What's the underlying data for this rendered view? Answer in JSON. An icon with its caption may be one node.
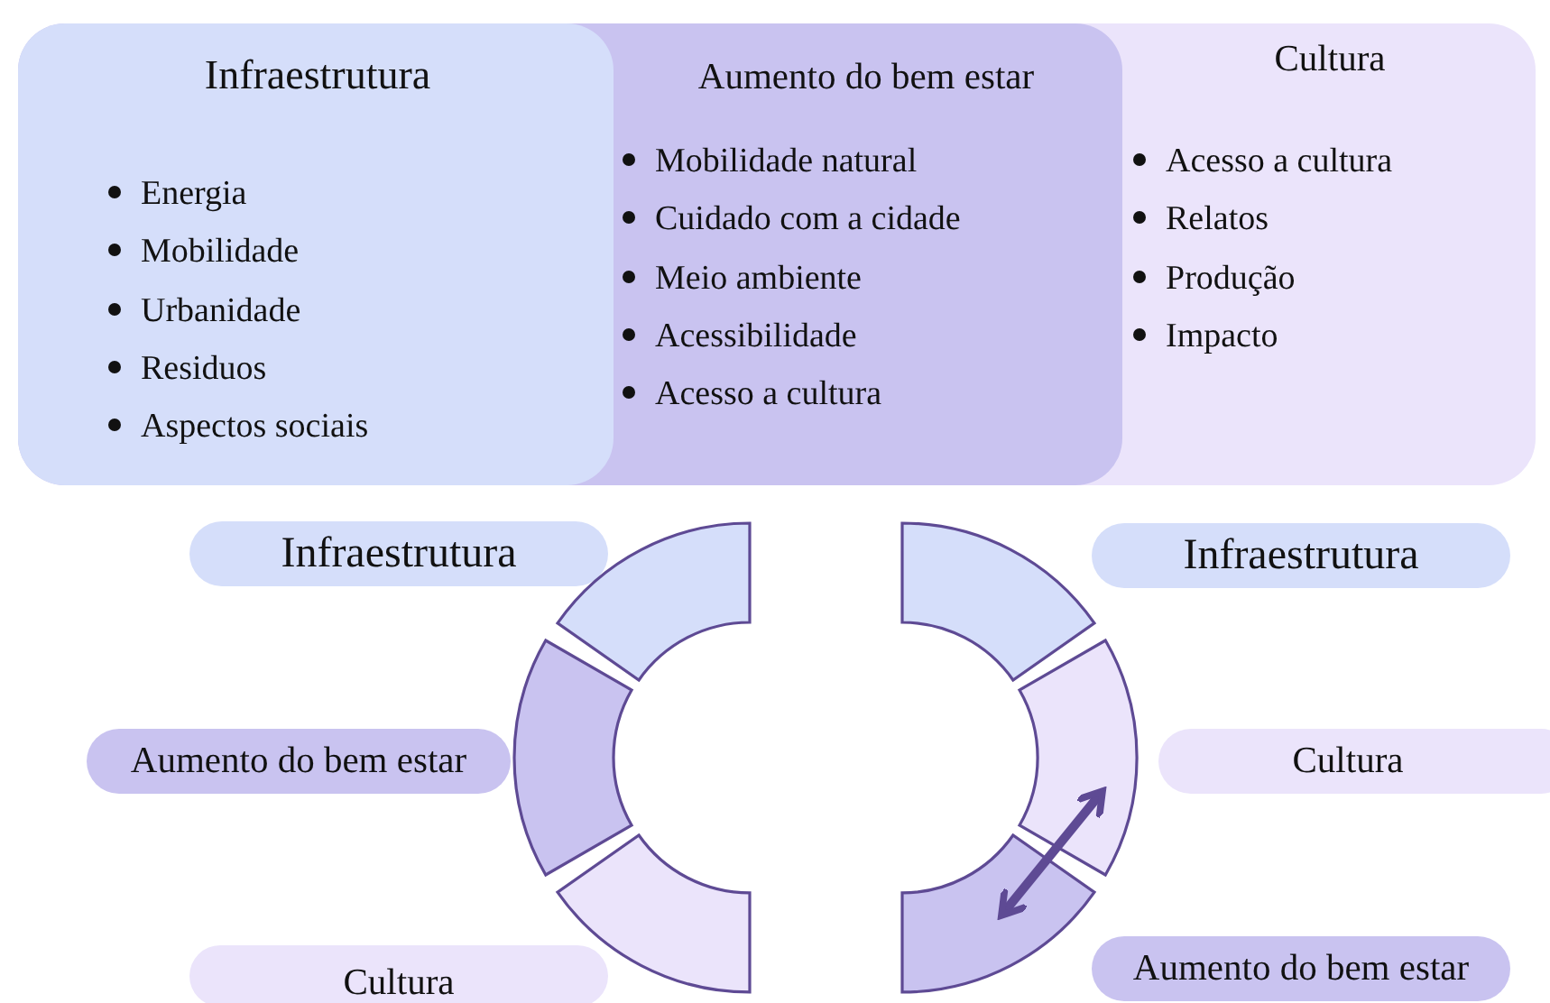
{
  "diagram": {
    "nodes": [
      {
        "text": [
          "Infraestrutura",
          "Energia",
          "Mobilidade",
          "Urbanidade",
          "Residuos",
          "Aspectos sociais"
        ]
      },
      {
        "text": [
          "Aumento do bem estar",
          "Mobilidade natural",
          "Cuidado com a cidade",
          "Meio ambiente",
          "Acessibilidade",
          "Acesso a cultura"
        ]
      },
      {
        "text": [
          "Cultura",
          "Acesso a cultura",
          "Relatos",
          "Produção",
          "Impacto"
        ]
      },
      {
        "text": [
          "Infraestrutura"
        ]
      },
      {
        "text": [
          "Aumento do bem estar"
        ]
      },
      {
        "text": [
          "Cultura"
        ]
      },
      {
        "text": [],
        "shape": "arc"
      },
      {
        "text": [],
        "shape": "arc"
      },
      {
        "text": [],
        "shape": "arc"
      },
      {
        "text": [],
        "shape": "arc"
      },
      {
        "text": [],
        "shape": "arc"
      },
      {
        "text": [],
        "shape": "arc"
      },
      {
        "text": [
          "Infraestrutura"
        ]
      },
      {
        "text": [
          "Cultura"
        ]
      },
      {
        "text": [
          "Aumento do bem estar"
        ]
      }
    ],
    "edges": [
      {
        "from": 11,
        "to": 10,
        "arrow": "both"
      }
    ]
  }
}
